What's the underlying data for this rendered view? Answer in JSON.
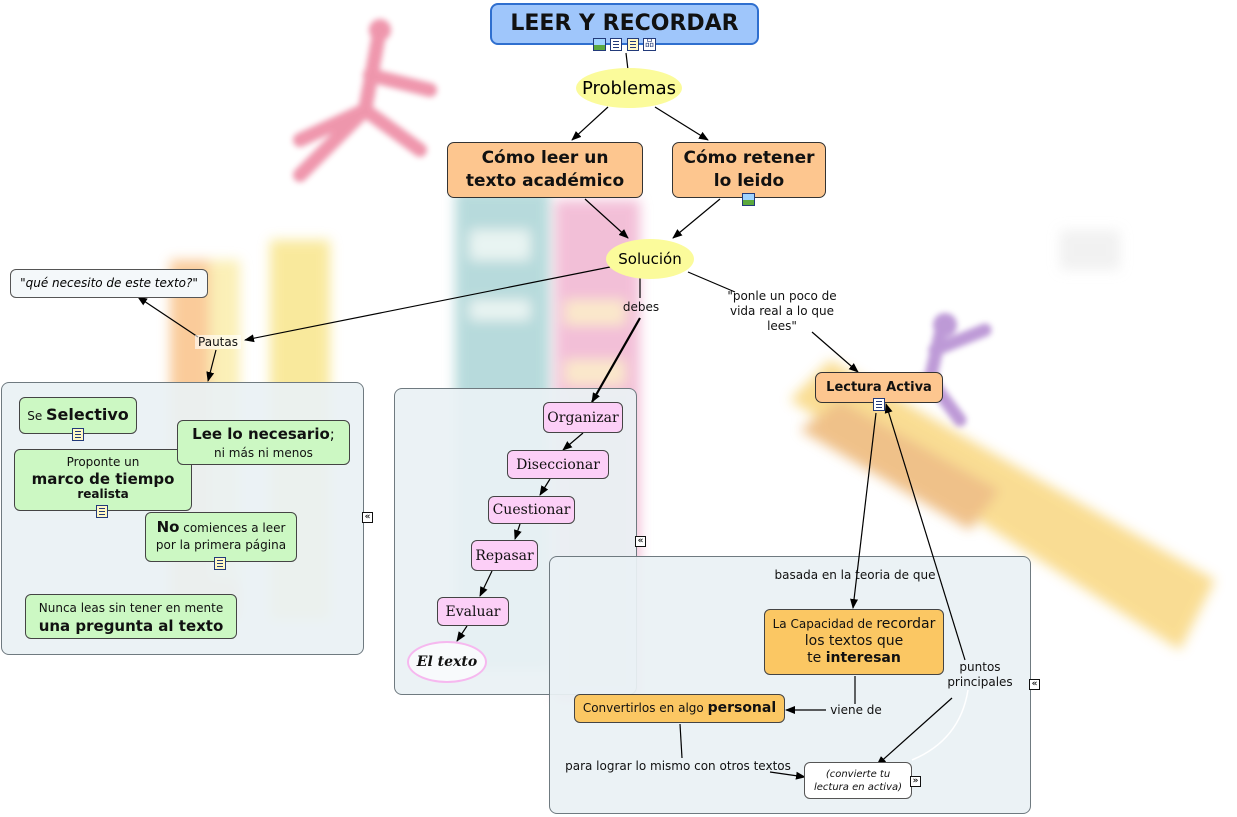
{
  "root": {
    "title": "LEER Y RECORDAR"
  },
  "problemas": "Problemas",
  "leer": {
    "line1": "Cómo leer un",
    "line2": "texto académico"
  },
  "retener": {
    "line1": "Cómo retener",
    "line2": "lo leido"
  },
  "solucion": "Solución",
  "pregunta": "\"qué necesito de este texto?\"",
  "pautas": "Pautas",
  "debes": "debes",
  "ponle": {
    "line1": "\"ponle un poco de",
    "line2": "vida real a lo que",
    "line3": "lees\""
  },
  "lectura_activa": "Lectura Activa",
  "pautas_nodes": {
    "selectivo": {
      "pre": "Se ",
      "bold": "Selectivo"
    },
    "necesario": {
      "bold": "Lee lo necesario",
      "post": ";",
      "line2": "ni más ni menos"
    },
    "marco": {
      "line1": "Proponte un",
      "bold": "marco de tiempo",
      "line3": "realista"
    },
    "no_comiences": {
      "bold": "No",
      "post": " comiences a leer",
      "line2": "por la primera página"
    },
    "nunca": {
      "line1": "Nunca leas sin tener en mente",
      "bold": "una pregunta al texto"
    }
  },
  "steps": [
    "Organizar",
    "Diseccionar",
    "Cuestionar",
    "Repasar",
    "Evaluar"
  ],
  "el_texto": "El texto",
  "activa": {
    "basada": "basada en la teoria de que",
    "capacidad": {
      "pre": "La Capacidad de ",
      "big": "recordar",
      "line2": "los textos que",
      "line3a": "te ",
      "bold": "interesan"
    },
    "viene_de": "viene de",
    "convertir": {
      "pre": "Convertirlos en algo ",
      "bold": "personal"
    },
    "para_lograr": "para lograr lo mismo con otros textos",
    "convierte": {
      "line1": "(convierte tu",
      "line2": "lectura en activa)"
    },
    "puntos": {
      "line1": "puntos",
      "line2": "principales"
    }
  },
  "collapse_glyph": "«",
  "expand_glyph": "»",
  "colors": {
    "root_fill": "#9fc6fb",
    "orange_fill": "#fdc68f",
    "amber_fill": "#fbc763",
    "green_fill": "#ccf8c3",
    "pink_fill": "#fccff7",
    "yellow_fill": "#fbfb9b",
    "group_fill": "#eaf1f4"
  }
}
